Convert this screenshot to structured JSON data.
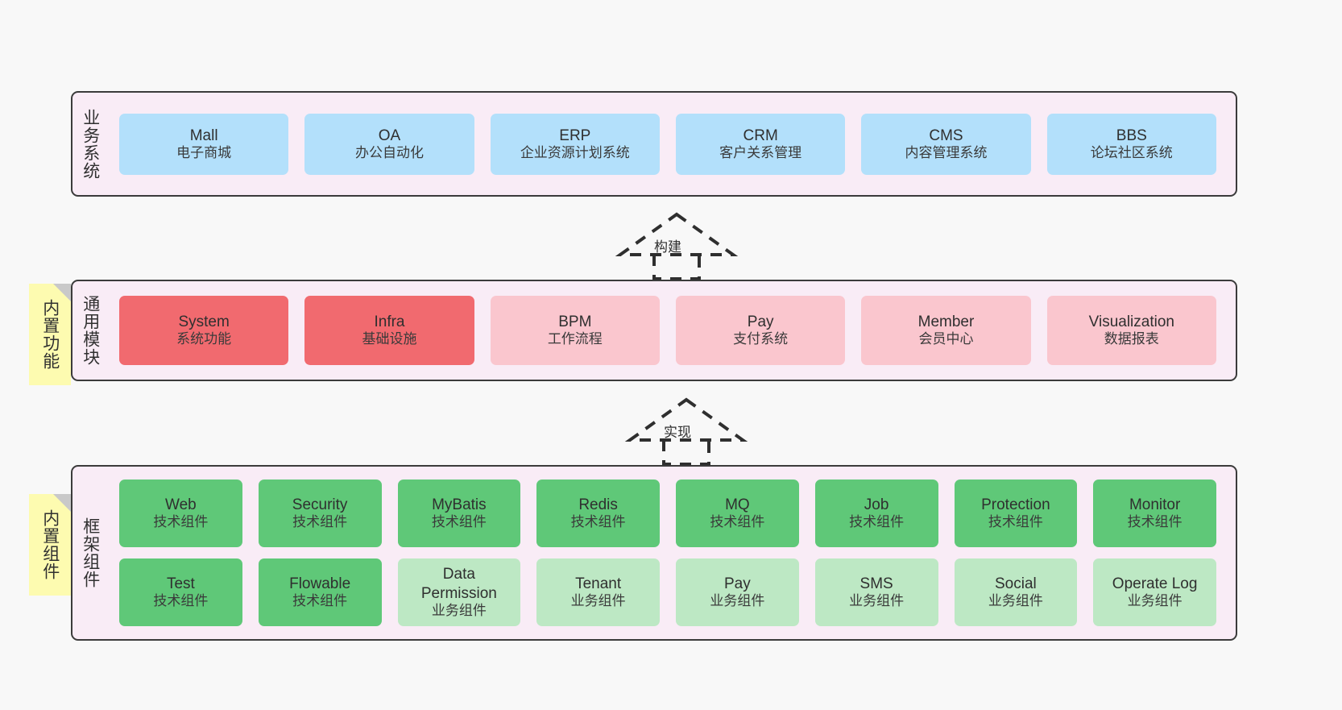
{
  "diagram": {
    "layers": [
      {
        "id": "business",
        "title": "业务系统",
        "rows": [
          {
            "cards": [
              {
                "name": "Mall",
                "desc": "电子商城",
                "color": "#b3e0fb"
              },
              {
                "name": "OA",
                "desc": "办公自动化",
                "color": "#b3e0fb"
              },
              {
                "name": "ERP",
                "desc": "企业资源计划系统",
                "color": "#b3e0fb"
              },
              {
                "name": "CRM",
                "desc": "客户关系管理",
                "color": "#b3e0fb"
              },
              {
                "name": "CMS",
                "desc": "内容管理系统",
                "color": "#b3e0fb"
              },
              {
                "name": "BBS",
                "desc": "论坛社区系统",
                "color": "#b3e0fb"
              }
            ]
          }
        ]
      },
      {
        "id": "common",
        "title": "通用模块",
        "note": "内置功能",
        "rows": [
          {
            "cards": [
              {
                "name": "System",
                "desc": "系统功能",
                "color": "#f16a6f"
              },
              {
                "name": "Infra",
                "desc": "基础设施",
                "color": "#f16a6f"
              },
              {
                "name": "BPM",
                "desc": "工作流程",
                "color": "#fac6ce"
              },
              {
                "name": "Pay",
                "desc": "支付系统",
                "color": "#fac6ce"
              },
              {
                "name": "Member",
                "desc": "会员中心",
                "color": "#fac6ce"
              },
              {
                "name": "Visualization",
                "desc": "数据报表",
                "color": "#fac6ce"
              }
            ]
          }
        ]
      },
      {
        "id": "framework",
        "title": "框架组件",
        "note": "内置组件",
        "rows": [
          {
            "cards": [
              {
                "name": "Web",
                "desc": "技术组件",
                "color": "#5fc878"
              },
              {
                "name": "Security",
                "desc": "技术组件",
                "color": "#5fc878"
              },
              {
                "name": "MyBatis",
                "desc": "技术组件",
                "color": "#5fc878"
              },
              {
                "name": "Redis",
                "desc": "技术组件",
                "color": "#5fc878"
              },
              {
                "name": "MQ",
                "desc": "技术组件",
                "color": "#5fc878"
              },
              {
                "name": "Job",
                "desc": "技术组件",
                "color": "#5fc878"
              },
              {
                "name": "Protection",
                "desc": "技术组件",
                "color": "#5fc878"
              },
              {
                "name": "Monitor",
                "desc": "技术组件",
                "color": "#5fc878"
              }
            ]
          },
          {
            "cards": [
              {
                "name": "Test",
                "desc": "技术组件",
                "color": "#5fc878"
              },
              {
                "name": "Flowable",
                "desc": "技术组件",
                "color": "#5fc878"
              },
              {
                "name": "Data Permission",
                "desc": "业务组件",
                "color": "#bde8c4"
              },
              {
                "name": "Tenant",
                "desc": "业务组件",
                "color": "#bde8c4"
              },
              {
                "name": "Pay",
                "desc": "业务组件",
                "color": "#bde8c4"
              },
              {
                "name": "SMS",
                "desc": "业务组件",
                "color": "#bde8c4"
              },
              {
                "name": "Social",
                "desc": "业务组件",
                "color": "#bde8c4"
              },
              {
                "name": "Operate Log",
                "desc": "业务组件",
                "color": "#bde8c4"
              }
            ]
          }
        ]
      }
    ],
    "connectors": [
      {
        "id": "build",
        "label": "构建"
      },
      {
        "id": "implement",
        "label": "实现"
      }
    ]
  }
}
